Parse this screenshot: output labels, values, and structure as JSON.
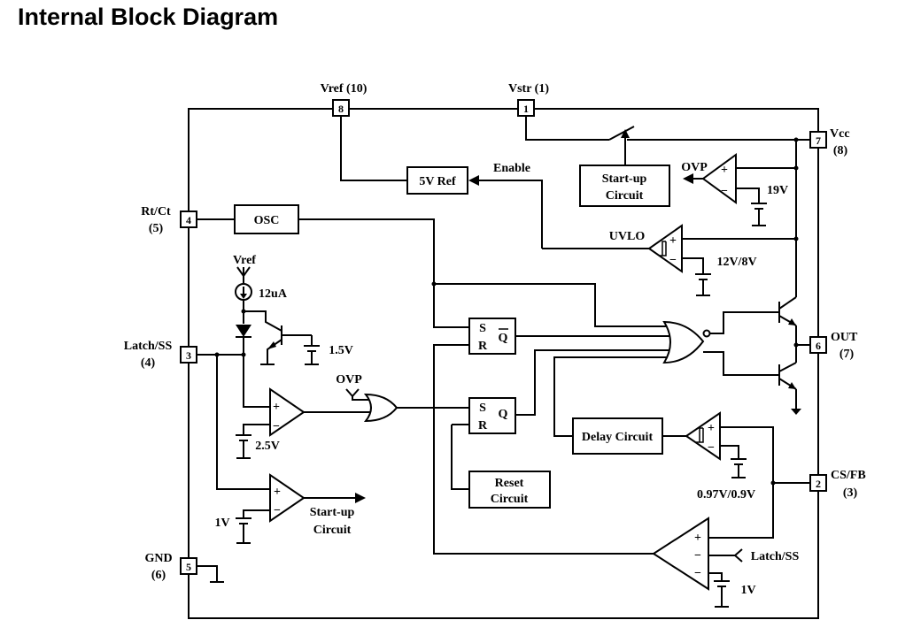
{
  "title": "Internal Block Diagram",
  "pins": {
    "vref": {
      "num": "8",
      "name": "Vref (10)"
    },
    "vstr": {
      "num": "1",
      "name": "Vstr (1)"
    },
    "vcc": {
      "num": "7",
      "name": "Vcc",
      "alt": "(8)"
    },
    "rtct": {
      "num": "4",
      "name": "Rt/Ct",
      "alt": "(5)"
    },
    "latch": {
      "num": "3",
      "name": "Latch/SS",
      "alt": "(4)"
    },
    "gnd": {
      "num": "5",
      "name": "GND",
      "alt": "(6)"
    },
    "out": {
      "num": "6",
      "name": "OUT",
      "alt": "(7)"
    },
    "csfb": {
      "num": "2",
      "name": "CS/FB",
      "alt": "(3)"
    }
  },
  "blocks": {
    "ref5v": "5V Ref",
    "startup_top": [
      "Start-up",
      "Circuit"
    ],
    "osc": "OSC",
    "delay": "Delay Circuit",
    "reset": [
      "Reset",
      "Circuit"
    ],
    "sr1": {
      "s": "S",
      "r": "R",
      "q": "Q"
    },
    "sr2": {
      "s": "S",
      "r": "R",
      "q": "Q"
    }
  },
  "labels": {
    "enable": "Enable",
    "ovp_comp": "OVP",
    "v19": "19V",
    "uvlo": "UVLO",
    "uvlo_ref": "12V/8V",
    "vref_node": "Vref",
    "i12ua": "12uA",
    "v15": "1.5V",
    "ovp_in": "OVP",
    "v25": "2.5V",
    "v1_left": "1V",
    "startup_bottom": [
      "Start-up",
      "Circuit"
    ],
    "delay_ref": "0.97V/0.9V",
    "latch_in": "Latch/SS",
    "v1_right": "1V",
    "plus": "+",
    "minus": "−"
  }
}
